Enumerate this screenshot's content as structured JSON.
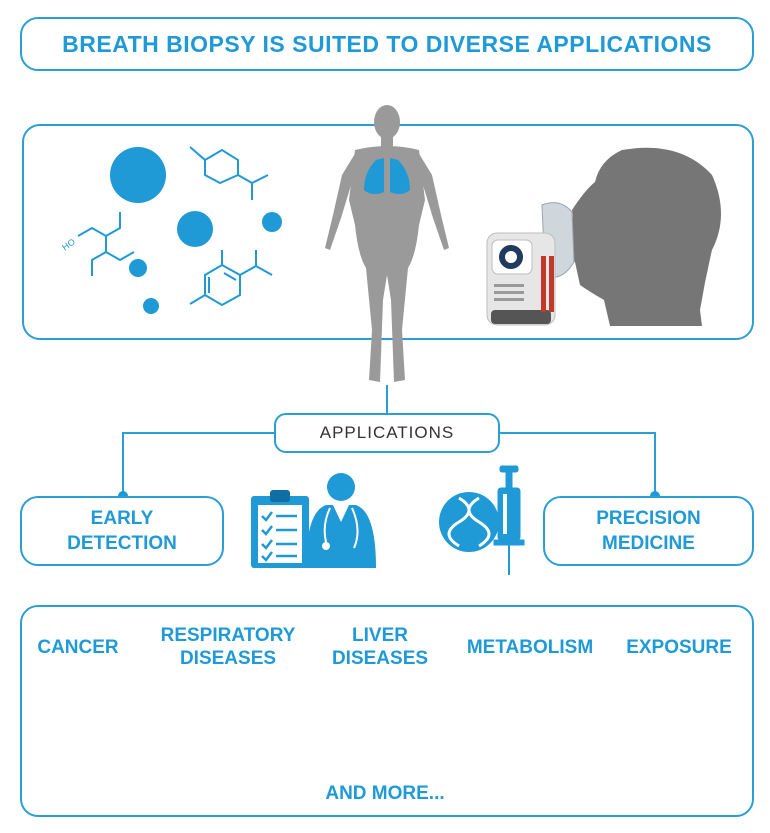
{
  "title": "BREATH BIOPSY IS SUITED TO DIVERSE APPLICATIONS",
  "applications_label": "APPLICATIONS",
  "left_box": {
    "line1": "EARLY",
    "line2": "DETECTION"
  },
  "right_box": {
    "line1": "PRECISION",
    "line2": "MEDICINE"
  },
  "categories": [
    {
      "line1": "CANCER",
      "line2": ""
    },
    {
      "line1": "RESPIRATORY",
      "line2": "DISEASES"
    },
    {
      "line1": "LIVER",
      "line2": "DISEASES"
    },
    {
      "line1": "METABOLISM",
      "line2": ""
    },
    {
      "line1": "EXPOSURE",
      "line2": ""
    }
  ],
  "footer": "AND MORE...",
  "molecule_label_ho": "HO",
  "colors": {
    "accent": "#1f9ad6",
    "border": "#2a9fd6",
    "body_gray": "#9a9a9a",
    "head_gray": "#767676",
    "dark_blue": "#0f6ea3",
    "red": "#c0392b"
  }
}
